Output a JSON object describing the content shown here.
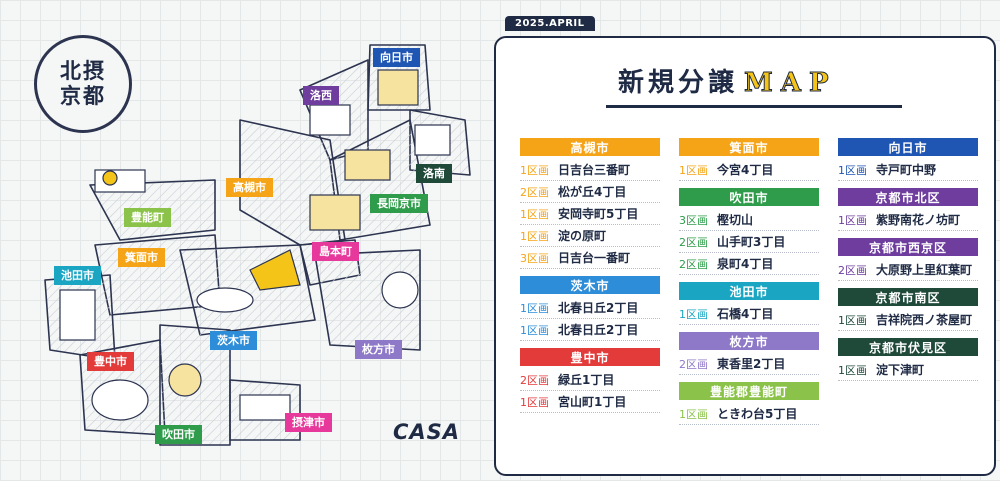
{
  "map": {
    "stamp": [
      "北摂",
      "京都"
    ],
    "logo": "CASA",
    "labels": [
      {
        "text": "向日市",
        "color": "#1f56b3"
      },
      {
        "text": "洛西",
        "color": "#6e3d9e"
      },
      {
        "text": "洛南",
        "color": "#1f4a3a"
      },
      {
        "text": "高槻市",
        "color": "#f5a417"
      },
      {
        "text": "長岡京市",
        "color": "#2e9c4a"
      },
      {
        "text": "豊能町",
        "color": "#8bc34a"
      },
      {
        "text": "箕面市",
        "color": "#f5a417"
      },
      {
        "text": "島本町",
        "color": "#e6399b"
      },
      {
        "text": "池田市",
        "color": "#1aa5c2"
      },
      {
        "text": "茨木市",
        "color": "#2e8dd8"
      },
      {
        "text": "枚方市",
        "color": "#8e78c8"
      },
      {
        "text": "豊中市",
        "color": "#e33a3a"
      },
      {
        "text": "摂津市",
        "color": "#e6399b"
      },
      {
        "text": "吹田市",
        "color": "#2e9c4a"
      }
    ]
  },
  "panel": {
    "date": "2025.APRIL",
    "title_jp": "新規分譲",
    "title_en": "MAP",
    "columns": [
      [
        {
          "name": "高槻市",
          "color": "#f5a417",
          "items": [
            {
              "ku": "1区画",
              "name": "日吉台三番町"
            },
            {
              "ku": "2区画",
              "name": "松が丘4丁目"
            },
            {
              "ku": "1区画",
              "name": "安岡寺町5丁目"
            },
            {
              "ku": "1区画",
              "name": "淀の原町"
            },
            {
              "ku": "3区画",
              "name": "日吉台一番町"
            }
          ]
        },
        {
          "name": "茨木市",
          "color": "#2e8dd8",
          "items": [
            {
              "ku": "1区画",
              "name": "北春日丘2丁目"
            },
            {
              "ku": "1区画",
              "name": "北春日丘2丁目"
            }
          ]
        },
        {
          "name": "豊中市",
          "color": "#e33a3a",
          "items": [
            {
              "ku": "2区画",
              "name": "緑丘1丁目"
            },
            {
              "ku": "1区画",
              "name": "宮山町1丁目"
            }
          ]
        }
      ],
      [
        {
          "name": "箕面市",
          "color": "#f5a417",
          "items": [
            {
              "ku": "1区画",
              "name": "今宮4丁目"
            }
          ]
        },
        {
          "name": "吹田市",
          "color": "#2e9c4a",
          "items": [
            {
              "ku": "3区画",
              "name": "樫切山"
            },
            {
              "ku": "2区画",
              "name": "山手町3丁目"
            },
            {
              "ku": "2区画",
              "name": "泉町4丁目"
            }
          ]
        },
        {
          "name": "池田市",
          "color": "#1aa5c2",
          "items": [
            {
              "ku": "1区画",
              "name": "石橋4丁目"
            }
          ]
        },
        {
          "name": "枚方市",
          "color": "#8e78c8",
          "items": [
            {
              "ku": "2区画",
              "name": "東香里2丁目"
            }
          ]
        },
        {
          "name": "豊能郡豊能町",
          "color": "#8bc34a",
          "items": [
            {
              "ku": "1区画",
              "name": "ときわ台5丁目"
            }
          ]
        }
      ],
      [
        {
          "name": "向日市",
          "color": "#1f56b3",
          "items": [
            {
              "ku": "1区画",
              "name": "寺戸町中野"
            }
          ]
        },
        {
          "name": "京都市北区",
          "color": "#6e3d9e",
          "items": [
            {
              "ku": "1区画",
              "name": "紫野南花ノ坊町"
            }
          ]
        },
        {
          "name": "京都市西京区",
          "color": "#6e3d9e",
          "items": [
            {
              "ku": "2区画",
              "name": "大原野上里紅葉町"
            }
          ]
        },
        {
          "name": "京都市南区",
          "color": "#1f4a3a",
          "items": [
            {
              "ku": "1区画",
              "name": "吉祥院西ノ茶屋町"
            }
          ]
        },
        {
          "name": "京都市伏見区",
          "color": "#1f4a3a",
          "items": [
            {
              "ku": "1区画",
              "name": "淀下津町"
            }
          ]
        }
      ]
    ]
  }
}
